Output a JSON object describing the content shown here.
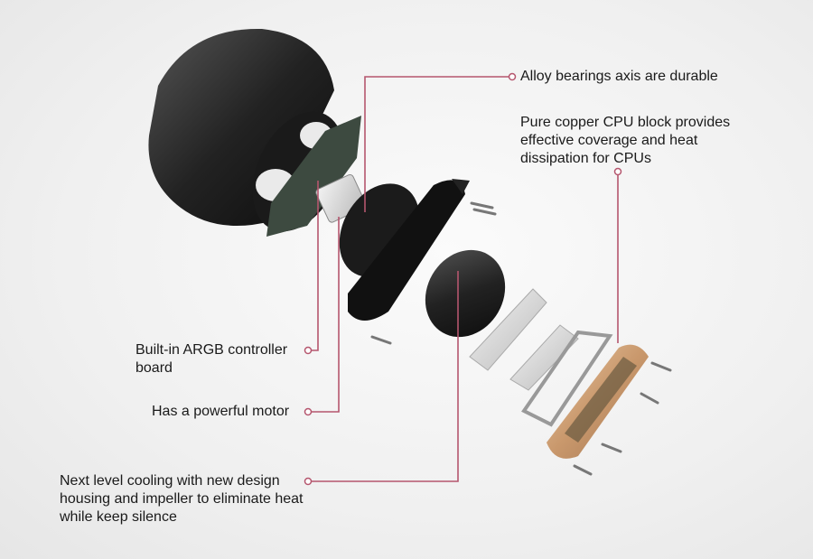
{
  "accent_color": "#b5566e",
  "callouts": {
    "bearings": "Alloy bearings axis are durable",
    "copper": "Pure copper CPU block provides effective coverage and heat dissipation for CPUs",
    "argb": "Built-in ARGB controller board",
    "motor": "Has a powerful motor",
    "cooling": "Next level cooling with new design housing and impeller to eliminate heat while keep silence"
  }
}
